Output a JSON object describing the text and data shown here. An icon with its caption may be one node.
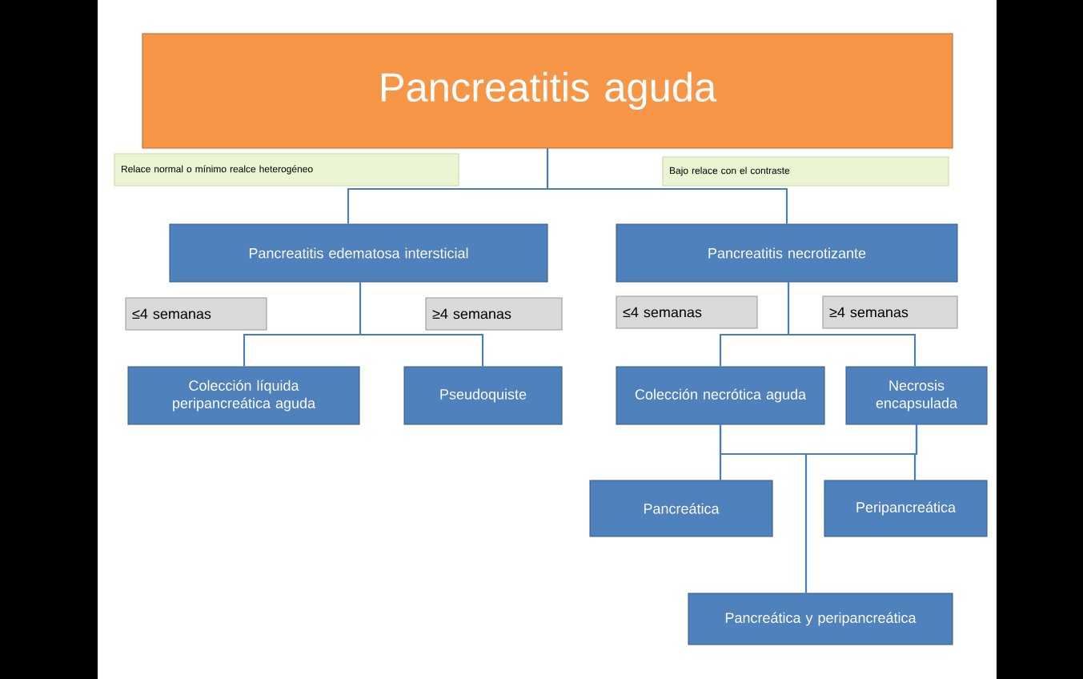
{
  "diagram": {
    "nodes": [
      {
        "text": [
          "Pancreatitis aguda"
        ]
      },
      {
        "text": [
          "Relace normal o mínimo realce heterogéneo"
        ]
      },
      {
        "text": [
          "Bajo relace con el contraste"
        ]
      },
      {
        "text": [
          "Pancreatitis edematosa intersticial"
        ]
      },
      {
        "text": [
          "Pancreatitis necrotizante"
        ]
      },
      {
        "text": [
          "≤4 semanas"
        ]
      },
      {
        "text": [
          "≥4 semanas"
        ]
      },
      {
        "text": [
          "≤4 semanas"
        ]
      },
      {
        "text": [
          "≥4 semanas"
        ]
      },
      {
        "text": [
          "Colección líquida peripancreática aguda"
        ]
      },
      {
        "text": [
          "Pseudoquiste"
        ]
      },
      {
        "text": [
          "Colección necrótica aguda"
        ]
      },
      {
        "text": [
          "Necrosis encapsulada"
        ]
      },
      {
        "text": [
          "Pancreática"
        ]
      },
      {
        "text": [
          "Peripancreática"
        ]
      },
      {
        "text": [
          "Pancreática y peripancreática"
        ]
      }
    ],
    "edges": [
      {
        "from": 0,
        "to": 3,
        "arrow": "none"
      },
      {
        "from": 0,
        "to": 4,
        "arrow": "none"
      },
      {
        "from": 3,
        "to": 9,
        "arrow": "none"
      },
      {
        "from": 3,
        "to": 10,
        "arrow": "none"
      },
      {
        "from": 4,
        "to": 11,
        "arrow": "none"
      },
      {
        "from": 4,
        "to": 12,
        "arrow": "none"
      },
      {
        "from": 11,
        "to": 13,
        "arrow": "none"
      },
      {
        "from": 11,
        "to": 14,
        "arrow": "none"
      },
      {
        "from": 11,
        "to": 15,
        "arrow": "none"
      },
      {
        "from": 12,
        "to": 13,
        "arrow": "none"
      },
      {
        "from": 12,
        "to": 14,
        "arrow": "none"
      },
      {
        "from": 12,
        "to": 15,
        "arrow": "none"
      }
    ]
  }
}
